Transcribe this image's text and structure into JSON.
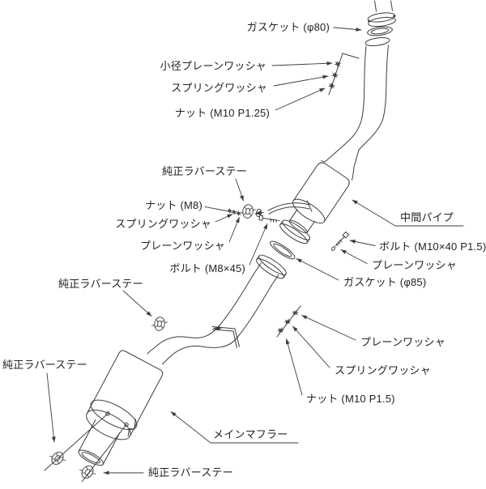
{
  "page": {
    "background": "#ffffff",
    "line_color": "#3d3d3d",
    "text_color": "#232323"
  },
  "diagram": {
    "type": "exploded-assembly-line-drawing",
    "subject": "exhaust system installation diagram"
  },
  "labels": {
    "gasket_80": "ガスケット (φ80)",
    "small_plain_washer": "小径プレーンワッシャ",
    "spring_washer_upper": "スプリングワッシャ",
    "nut_m10_p125": "ナット (M10 P1.25)",
    "rubber_stay_mid": "純正ラバーステー",
    "nut_m8": "ナット (M8)",
    "spring_washer_mid": "スプリングワッシャ",
    "plain_washer_mid": "プレーンワッシャ",
    "bolt_m8x45": "ボルト (M8×45)",
    "middle_pipe": "中間パイプ",
    "bolt_m10x40": "ボルト (M10×40 P1.5)",
    "plain_washer_right": "プレーンワッシャ",
    "gasket_85": "ガスケット (φ85)",
    "rubber_stay_pipe": "純正ラバーステー",
    "rubber_stay_muffler_left": "純正ラバーステー",
    "main_muffler": "メインマフラー",
    "plain_washer_lower": "プレーンワッシャ",
    "spring_washer_lower": "スプリングワッシャ",
    "nut_m10_p15": "ナット (M10 P1.5)",
    "rubber_stay_muffler_bottom": "純正ラバーステー"
  },
  "part_icons": {
    "clamp_ring": "clamp-ring-icon",
    "gasket": "gasket-ring-icon",
    "pipe_flange": "flange-icon",
    "fastener": "nut-washer-fastener-icon",
    "bolt": "bolt-icon",
    "rubber_stay": "rubber-stay-grommet-icon",
    "resonator": "resonator-cylinder-icon",
    "muffler": "muffler-cylinder-icon",
    "tail_tip": "tail-tip-icon"
  }
}
